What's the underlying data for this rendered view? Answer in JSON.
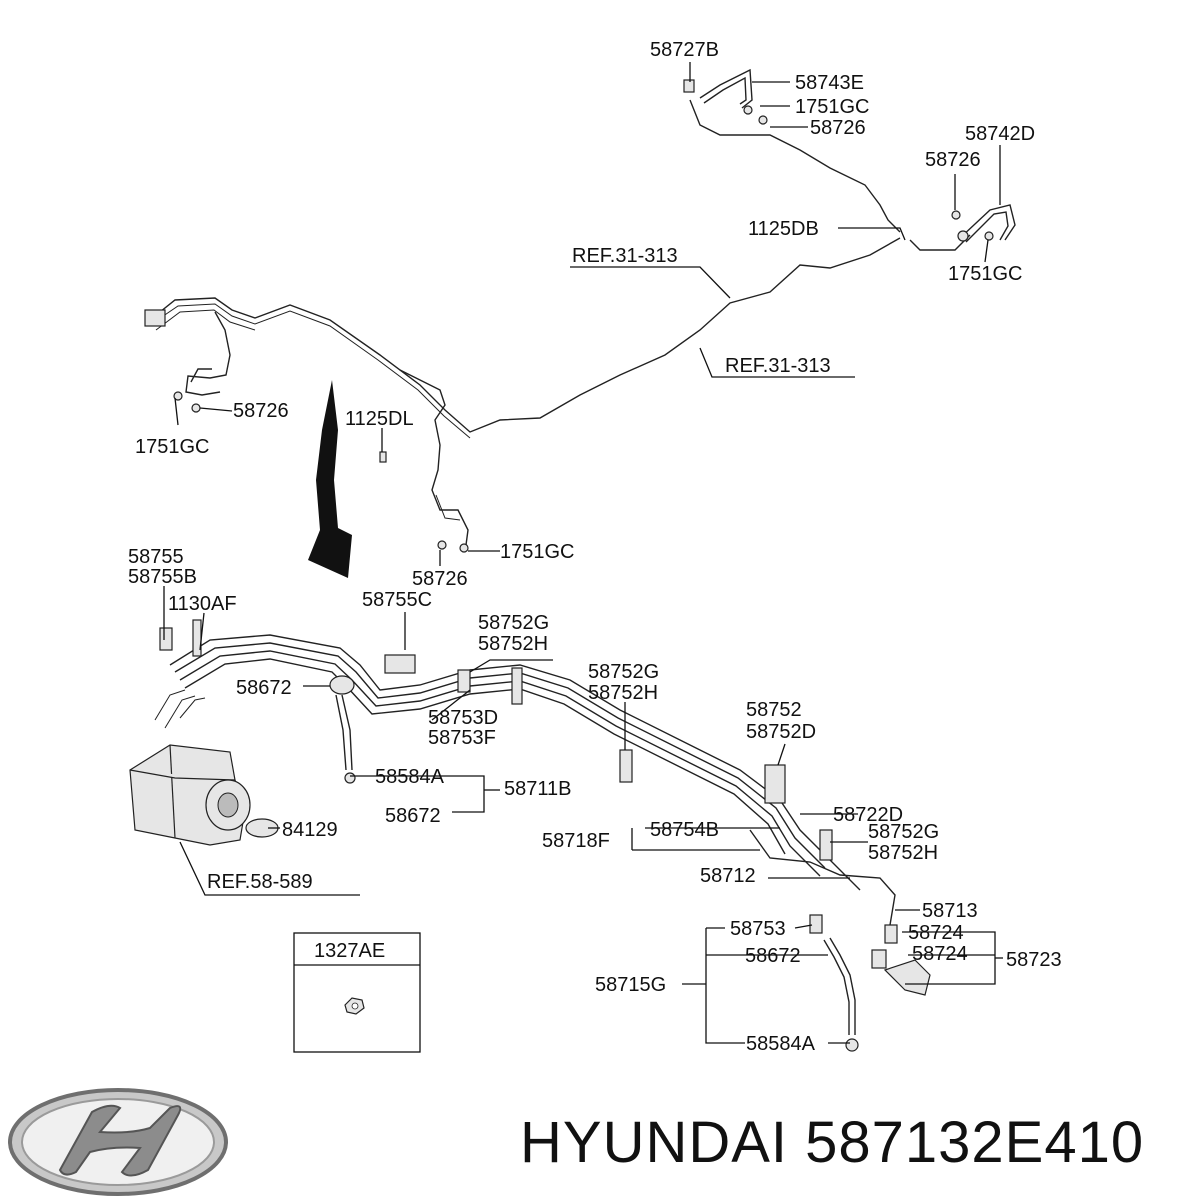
{
  "labels": {
    "l58727B": "58727B",
    "l58743E": "58743E",
    "l1751GC_a": "1751GC",
    "l58726_a": "58726",
    "l58742D": "58742D",
    "l58726_b": "58726",
    "l1125DB": "1125DB",
    "l1751GC_b": "1751GC",
    "lREF31_a": "REF.31-313",
    "lREF31_b": "REF.31-313",
    "l58726_c": "58726",
    "l1751GC_c": "1751GC",
    "l1125DL": "1125DL",
    "l1751GC_d": "1751GC",
    "l58726_d": "58726",
    "l58755": "58755",
    "l58755B": "58755B",
    "l1130AF": "1130AF",
    "l58755C": "58755C",
    "l58752G_a": "58752G",
    "l58752H_a": "58752H",
    "l58672_a": "58672",
    "l58753D": "58753D",
    "l58753F": "58753F",
    "l58752G_b": "58752G",
    "l58752H_b": "58752H",
    "l58752": "58752",
    "l58752D": "58752D",
    "l58584A_a": "58584A",
    "l58711B": "58711B",
    "l58672_b": "58672",
    "l84129": "84129",
    "l58722D": "58722D",
    "l58754B": "58754B",
    "l58718F": "58718F",
    "l58752G_c": "58752G",
    "l58752H_c": "58752H",
    "l58712": "58712",
    "lREF58": "REF.58-589",
    "l58713": "58713",
    "l58753": "58753",
    "l58724_a": "58724",
    "l58672_c": "58672",
    "l58724_b": "58724",
    "l58723": "58723",
    "l58715G": "58715G",
    "l58584A_b": "58584A",
    "l1327AE": "1327AE"
  },
  "footer": {
    "brand_text": "HYUNDAI 587132E410"
  },
  "logo": {
    "icon": "hyundai-logo",
    "color": "#8c8c8c"
  }
}
